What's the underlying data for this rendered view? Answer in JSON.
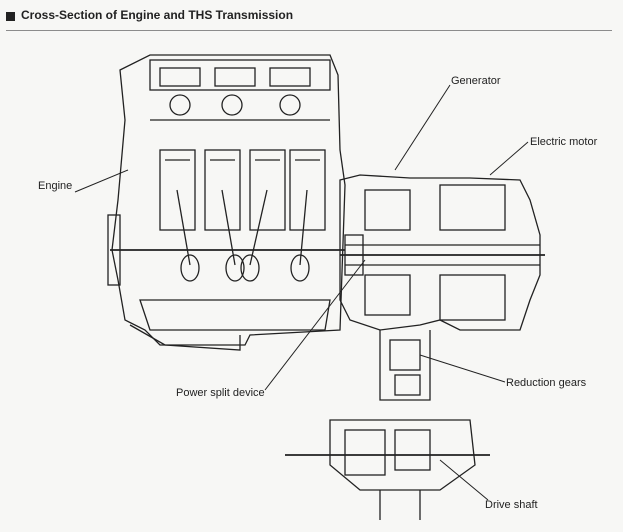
{
  "header": {
    "title": "Cross-Section of Engine and THS Transmission"
  },
  "labels": {
    "engine": "Engine",
    "generator": "Generator",
    "electric_motor": "Electric motor",
    "power_split_device": "Power split device",
    "reduction_gears": "Reduction gears",
    "drive_shaft": "Drive shaft"
  },
  "colors": {
    "ink": "#222222",
    "paper": "#f7f7f5"
  }
}
